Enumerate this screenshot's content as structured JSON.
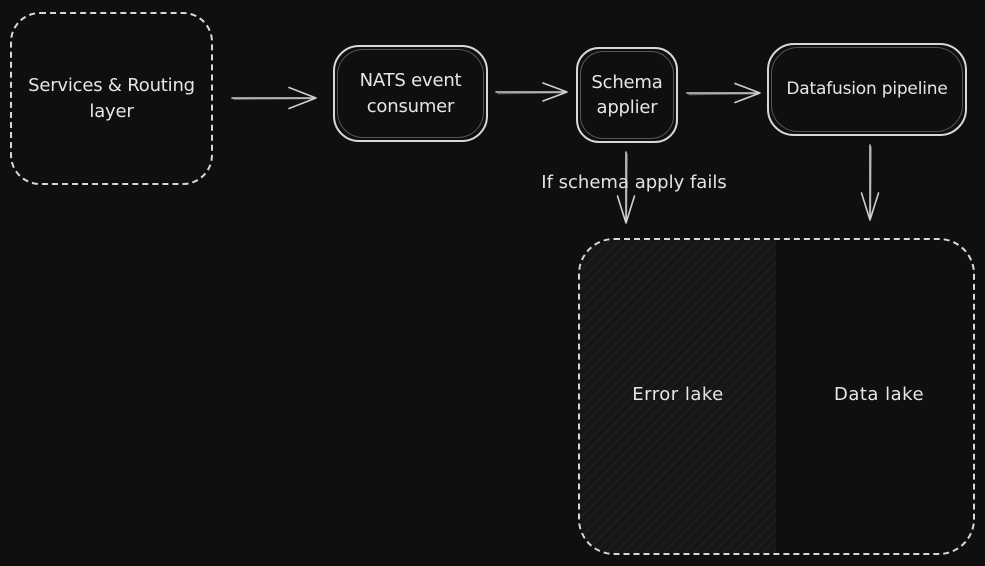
{
  "diagram": {
    "background": "#0f0f0f",
    "stroke_color": "#d8d8d8",
    "text_color": "#e6e6e6",
    "nodes": {
      "services": {
        "label": "Services & Routing\nlayer",
        "shape": "dashed-rounded-rect"
      },
      "nats": {
        "label": "NATS event\nconsumer",
        "shape": "rounded-rect"
      },
      "schema": {
        "label": "Schema\napplier",
        "shape": "rounded-rect"
      },
      "datafusion": {
        "label": "Datafusion pipeline",
        "shape": "rounded-rect"
      },
      "lakes": {
        "shape": "dashed-rounded-rect",
        "error_label": "Error lake",
        "data_label": "Data lake",
        "error_region_fill": "hatch"
      }
    },
    "edges": [
      {
        "from": "services",
        "to": "nats",
        "label": ""
      },
      {
        "from": "nats",
        "to": "schema",
        "label": ""
      },
      {
        "from": "schema",
        "to": "datafusion",
        "label": ""
      },
      {
        "from": "schema",
        "to": "error-lake",
        "label": "If schema apply fails"
      },
      {
        "from": "datafusion",
        "to": "data-lake",
        "label": ""
      }
    ]
  }
}
